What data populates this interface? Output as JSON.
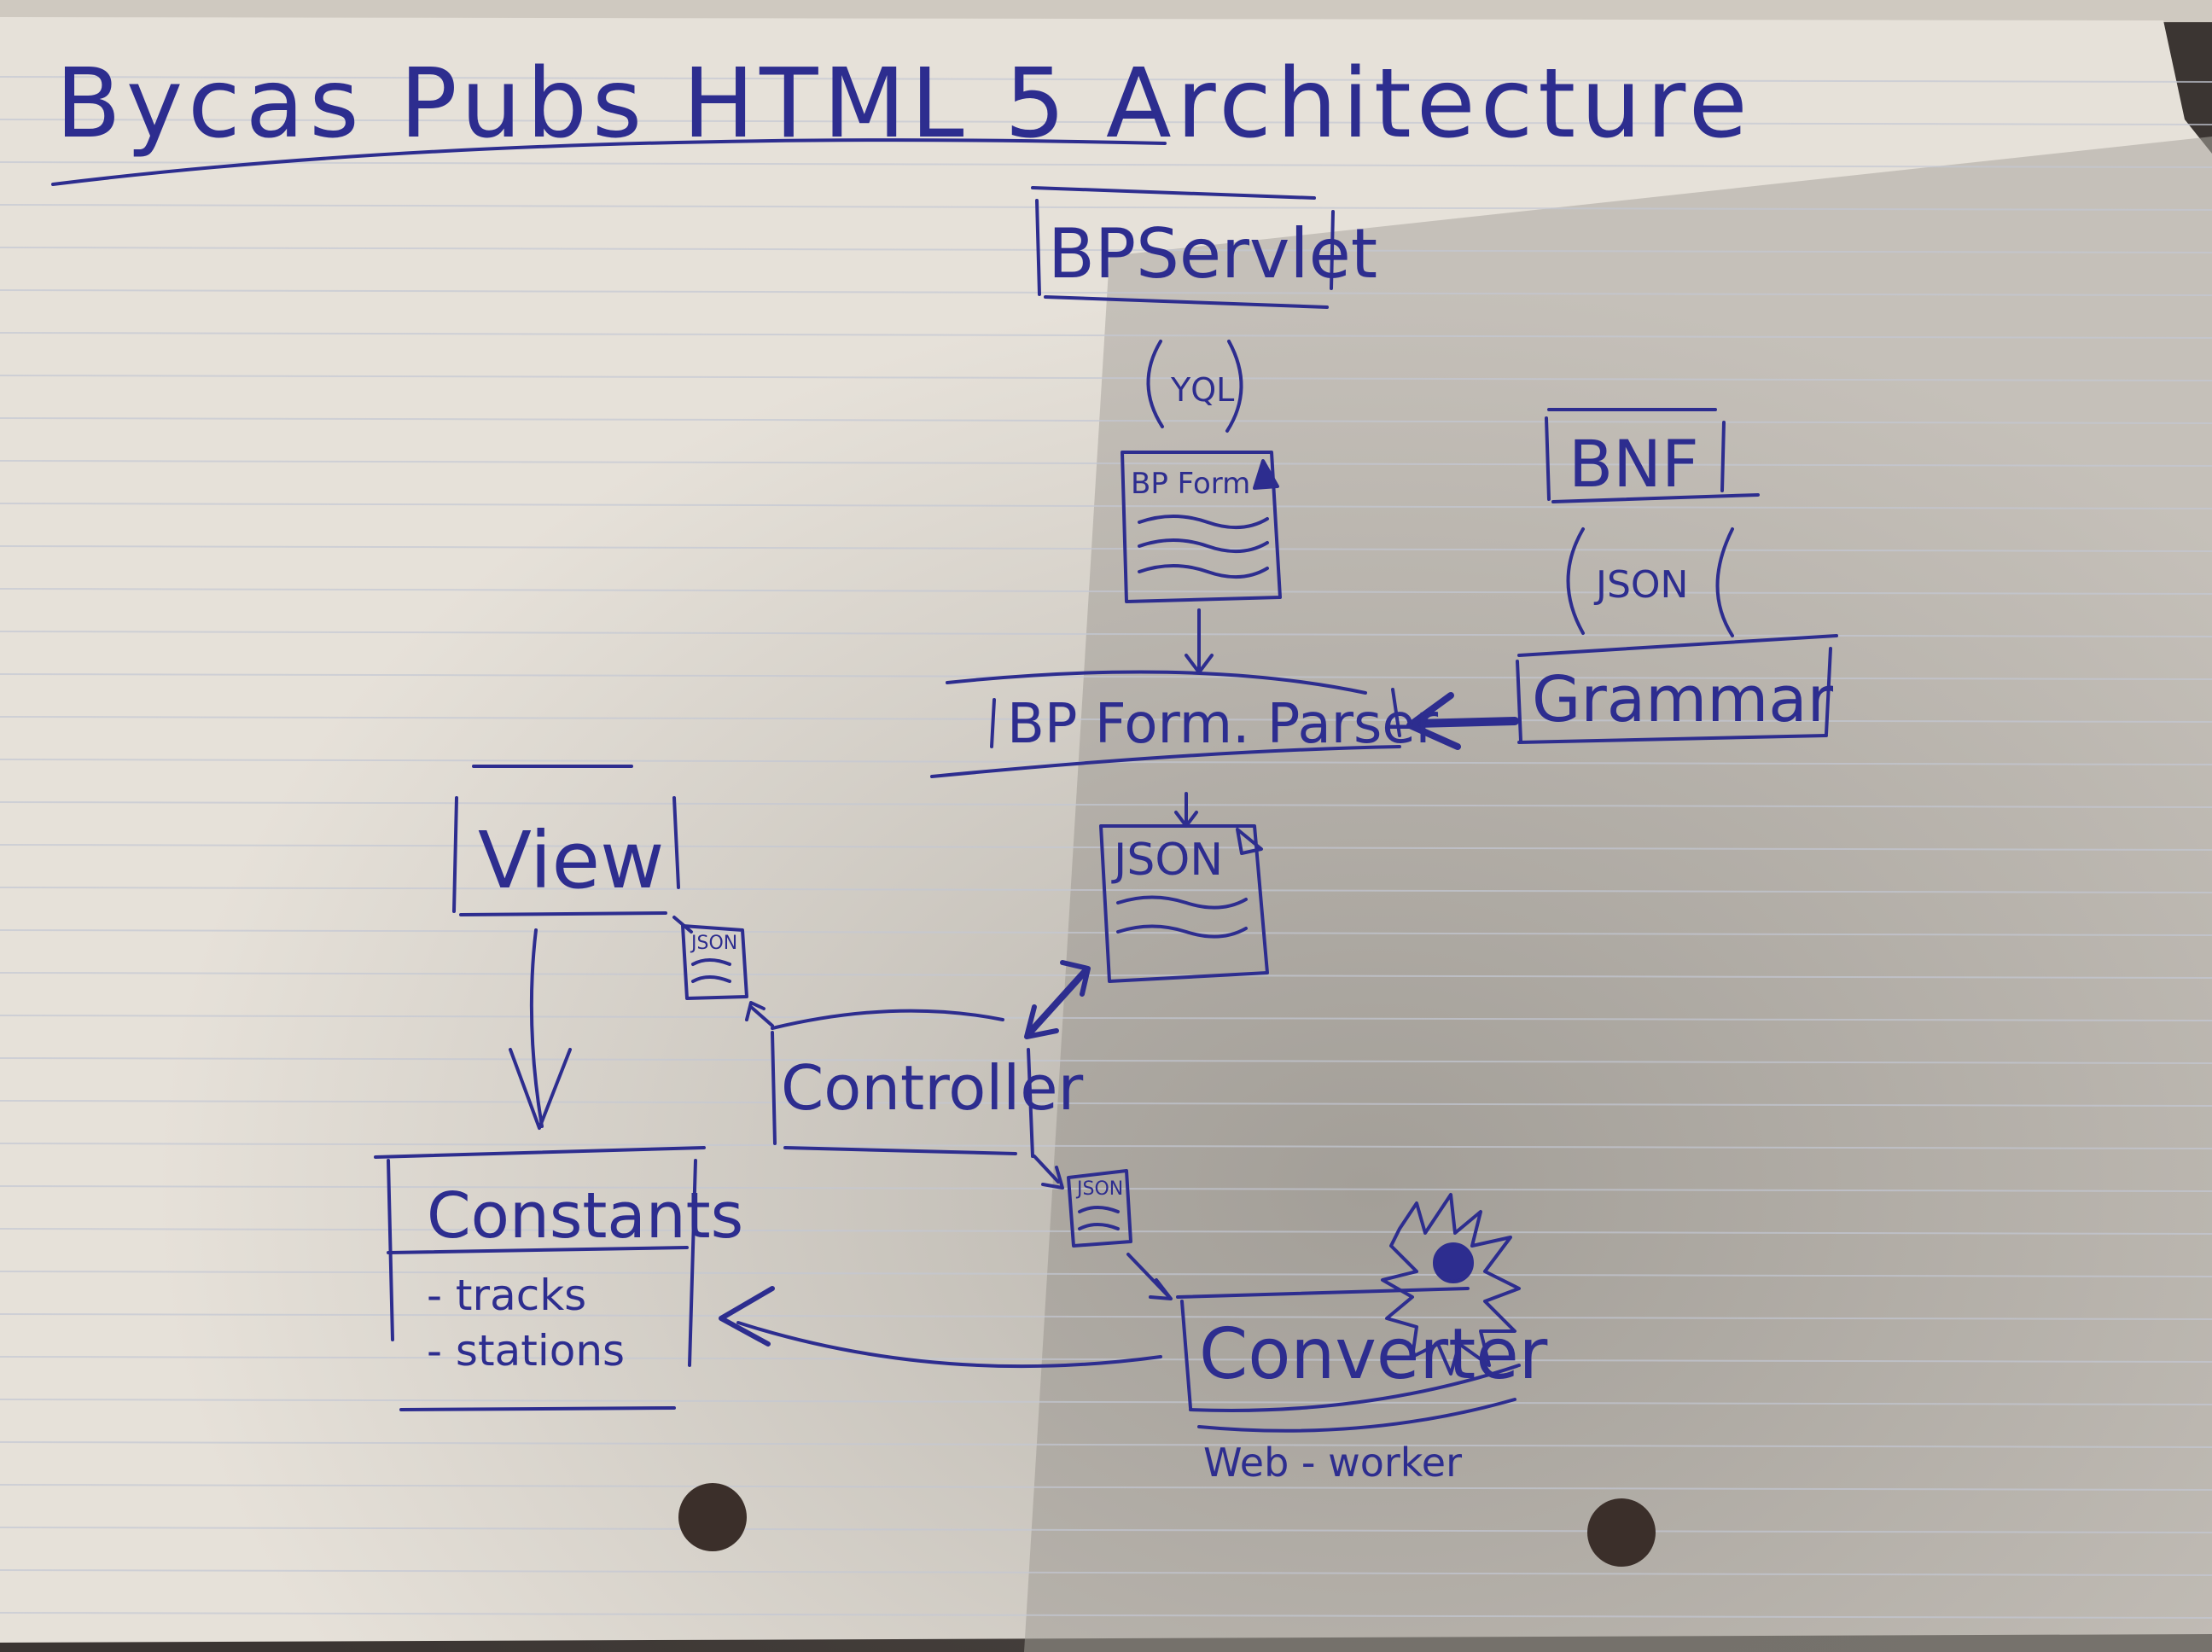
{
  "title": "Bycas Pubs HTML 5 Architecture",
  "colors": {
    "ink": "#2d2d8f",
    "paper": "#e6e1d9",
    "shadow": "#a9a59f",
    "rule": "#c4c8d4"
  },
  "nodes": {
    "servlet": "BPServlet",
    "yql": "YQL",
    "bp_form": "BP Form",
    "bnf": "BNF",
    "json_bnf": "JSON",
    "grammar": "Grammar",
    "parser": "BP Form. Parser",
    "json_doc": "JSON",
    "view": "View",
    "json_small_view": "JSON",
    "controller": "Controller",
    "constants": "Constants",
    "constants_items": [
      "- tracks",
      "- stations"
    ],
    "json_small_converter": "JSON",
    "converter": "Converter",
    "web_worker": "Web - worker"
  }
}
